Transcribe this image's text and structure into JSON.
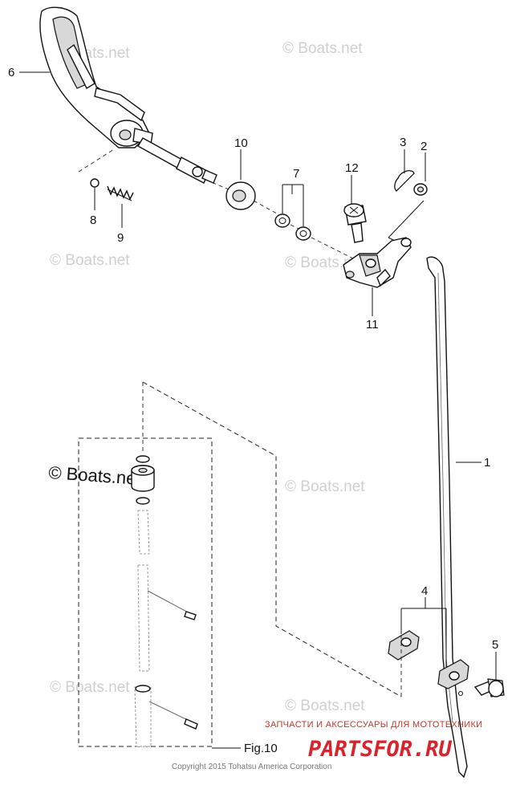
{
  "watermark": "© Boats.net",
  "callouts": {
    "c1": "1",
    "c2": "2",
    "c3": "3",
    "c4": "4",
    "c5": "5",
    "c6": "6",
    "c7": "7",
    "c8": "8",
    "c9": "9",
    "c10": "10",
    "c11": "11",
    "c12": "12"
  },
  "figure_ref": "Fig.10",
  "copyright": "Copyright 2015 Tohatsu America Corporation",
  "banner": {
    "tagline": "ЗАПЧАСТИ И АКСЕССУАРЫ ДЛЯ МОТОТЕХНИКИ",
    "logo": "PARTSFOR.RU"
  }
}
